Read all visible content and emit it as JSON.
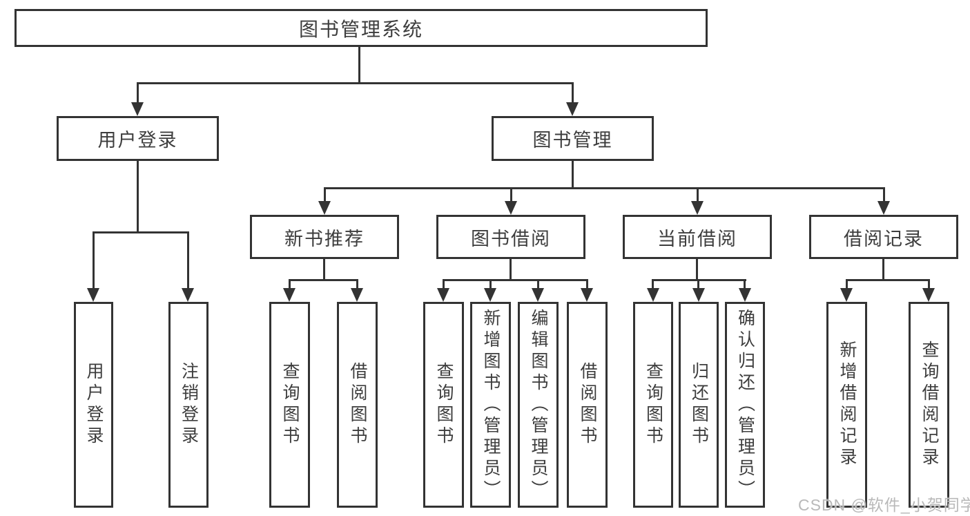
{
  "colors": {
    "line": "#333333",
    "text": "#3d3d3d",
    "box_bg": "#ffffff",
    "watermark": "#b9b9b9"
  },
  "watermark": {
    "text": "CSDN @软件_小贺同学"
  },
  "tree": {
    "root": "图书管理系统",
    "branches": [
      {
        "label": "用户登录",
        "children": [
          "用户登录",
          "注销登录"
        ]
      },
      {
        "label": "图书管理",
        "groups": [
          {
            "label": "新书推荐",
            "children": [
              "查询图书",
              "借阅图书"
            ]
          },
          {
            "label": "图书借阅",
            "children": [
              "查询图书",
              "新增图书（管理员）",
              "编辑图书（管理员）",
              "借阅图书"
            ]
          },
          {
            "label": "当前借阅",
            "children": [
              "查询图书",
              "归还图书",
              "确认归还（管理员）"
            ]
          },
          {
            "label": "借阅记录",
            "children": [
              "新增借阅记录",
              "查询借阅记录"
            ]
          }
        ]
      }
    ]
  }
}
